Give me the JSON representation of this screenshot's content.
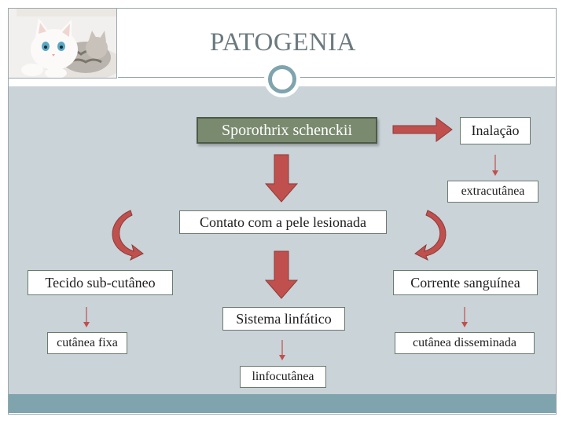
{
  "slide": {
    "title": "PATOGENIA",
    "photo": {
      "icon": "cat-kitten-photo"
    }
  },
  "diagram": {
    "source": "Sporothrix schenckii",
    "inhalation": "Inalação",
    "extracutaneous": "extracutânea",
    "contact": "Contato com a pele lesionada",
    "subcutaneous": "Tecido sub-cutâneo",
    "bloodstream": "Corrente sanguínea",
    "lymphatic": "Sistema linfático",
    "fixed_cutaneous": "cutânea fixa",
    "disseminated_cutaneous": "cutânea disseminada",
    "lymphocutaneous": "linfocutânea"
  },
  "colors": {
    "arrow_fill": "#c0504d",
    "accent": "#7fa4ad",
    "panel": "#c9d3d8",
    "title": "#6b7a7f"
  }
}
